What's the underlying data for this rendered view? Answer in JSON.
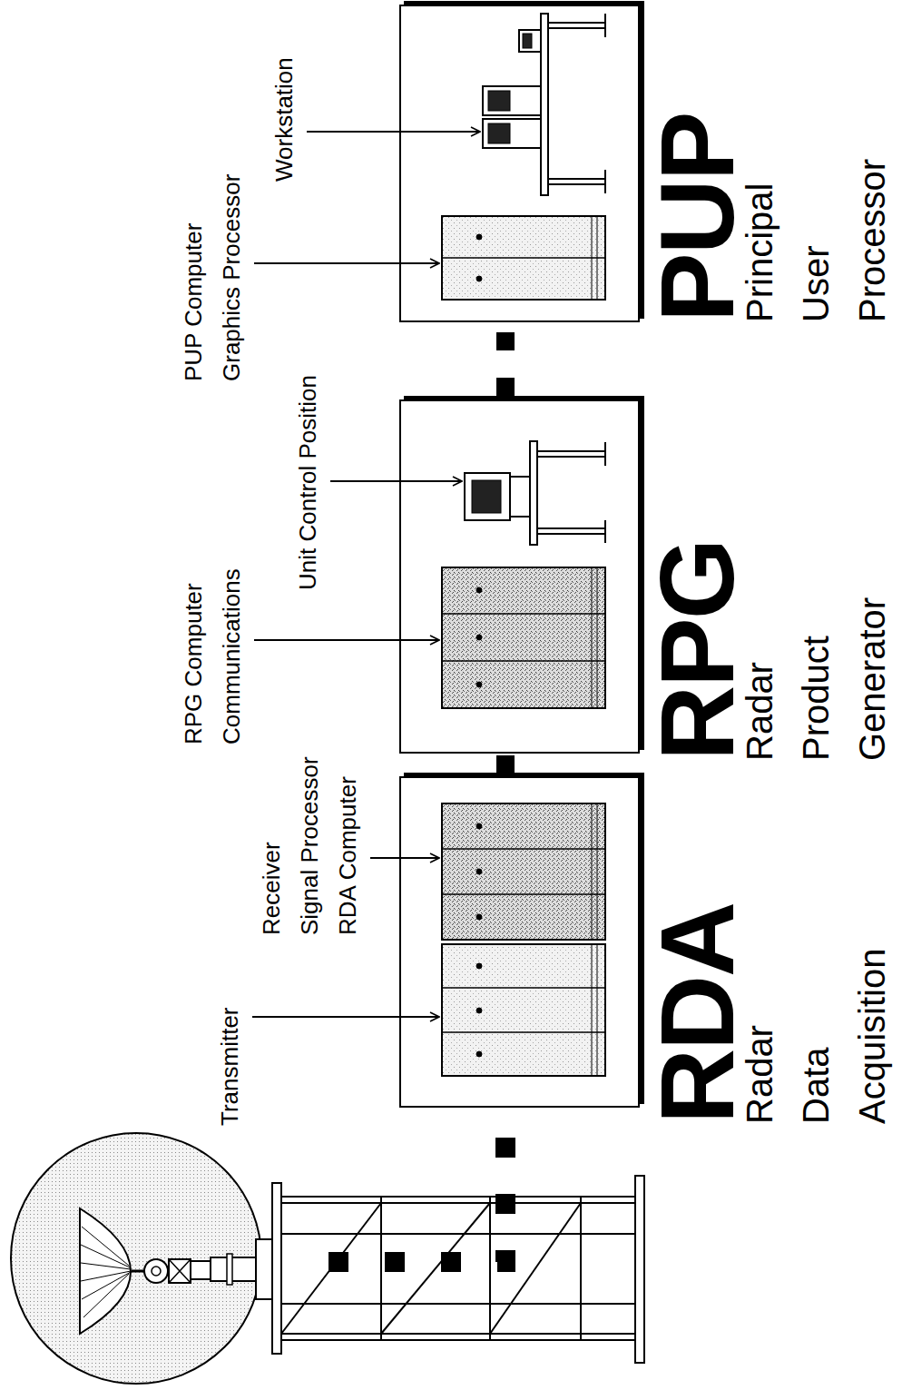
{
  "diagram": {
    "nodes": [
      {
        "text": [
          "RDA",
          "Radar Data Acquisition"
        ]
      },
      {
        "text": [
          "RPG",
          "Radar Product Generator"
        ]
      },
      {
        "text": [
          "PUP",
          "Principal User Processor"
        ]
      }
    ],
    "edges": [
      {
        "from": 0,
        "to": 1,
        "arrow": "none"
      },
      {
        "from": 1,
        "to": 2,
        "arrow": "none"
      }
    ],
    "labels": [
      "Transmitter",
      "Receiver Signal Processor RDA Computer",
      "RPG Computer Communications",
      "Unit Control Position",
      "PUP Computer Graphics Processor",
      "Workstation"
    ]
  }
}
